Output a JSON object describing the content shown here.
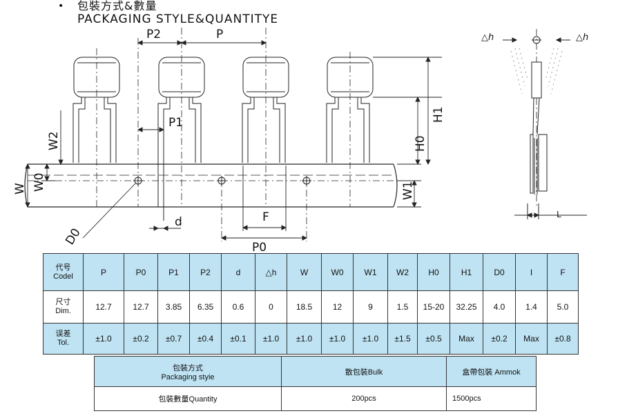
{
  "heading": {
    "bullet": "•",
    "title_cn": "包裝方式&數量",
    "title_en": "PACKAGING STYLE&QUANTITYE"
  },
  "drawing": {
    "labels": {
      "p2": "P2",
      "p": "P",
      "p1": "P1",
      "h1": "H1",
      "h0": "H0",
      "w2": "W2",
      "w0": "W0",
      "w": "W",
      "w1": "W1",
      "d0": "D0",
      "d": "d",
      "f": "F",
      "p0": "P0",
      "delta_h_left": "△h",
      "delta_h_right": "△h",
      "l": "L"
    }
  },
  "spec_table": {
    "row_labels": [
      {
        "cn": "代号",
        "en": "Codel"
      },
      {
        "cn": "尺寸",
        "en": "Dim."
      },
      {
        "cn": "误差",
        "en": "Tol."
      }
    ],
    "codes": [
      "P",
      "P0",
      "P1",
      "P2",
      "d",
      "△h",
      "W",
      "W0",
      "W1",
      "W2",
      "H0",
      "H1",
      "D0",
      "I",
      "F"
    ],
    "dims": [
      "12.7",
      "12.7",
      "3.85",
      "6.35",
      "0.6",
      "0",
      "18.5",
      "12",
      "9",
      "1.5",
      "15-20",
      "32.25",
      "4.0",
      "1.4",
      "5.0"
    ],
    "tols": [
      "±1.0",
      "±0.2",
      "±0.7",
      "±0.4",
      "±0.1",
      "±1.0",
      "±1.0",
      "±1.0",
      "±1.0",
      "±1.5",
      "±0.5",
      "Max",
      "±0.2",
      "Max",
      "±0.8"
    ]
  },
  "pack_table": {
    "style_cn": "包裝方式",
    "style_en": "Packaging styie",
    "bulk_header": "散包裝Bulk",
    "ammo_header": "盒帶包裝 Ammok",
    "qty_label": "包裝數量Quantity",
    "bulk_qty": "200pcs",
    "ammo_qty": "1500pcs"
  }
}
